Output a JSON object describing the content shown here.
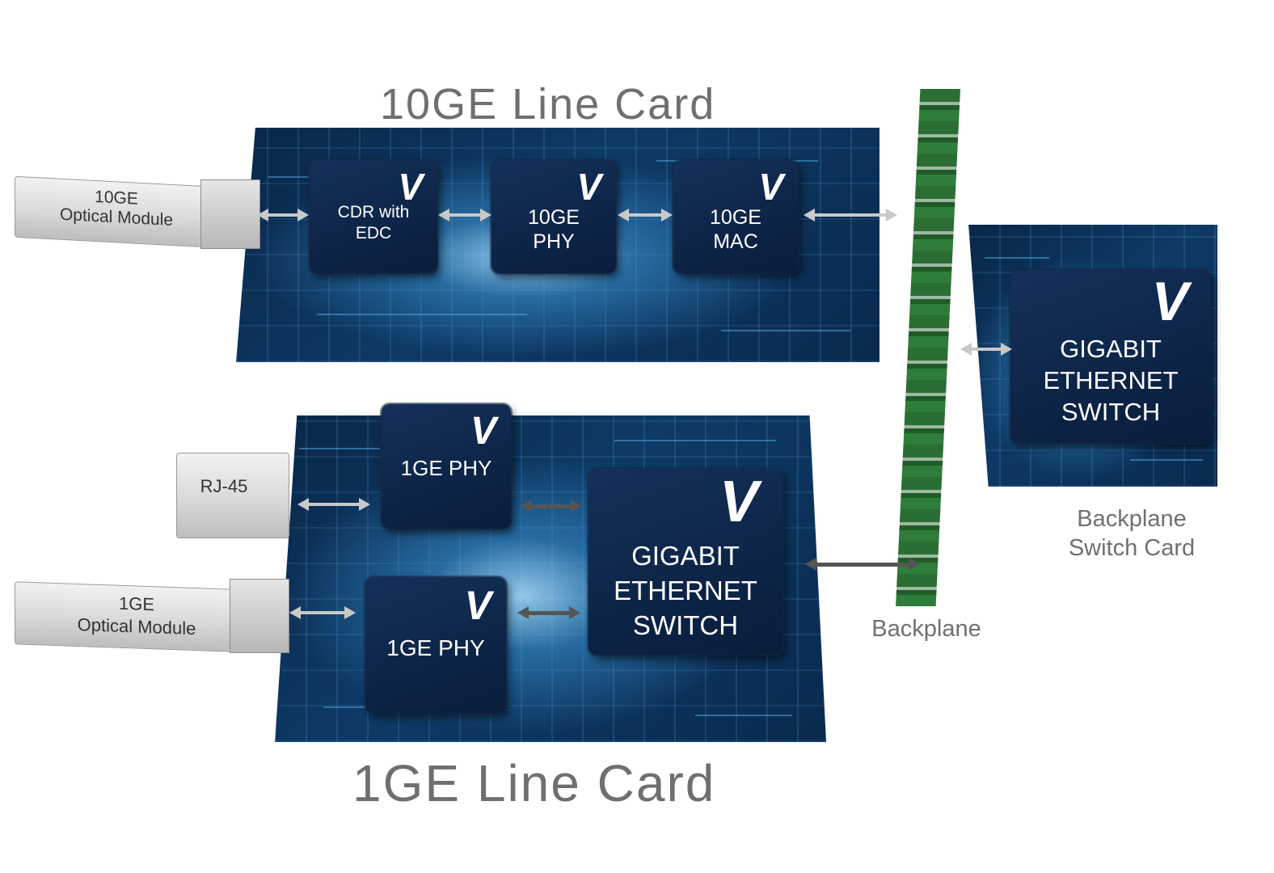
{
  "titles": {
    "line_card_10ge": "10GE Line Card",
    "line_card_1ge": "1GE Line Card"
  },
  "captions": {
    "backplane": "Backplane",
    "switch_card_line1": "Backplane",
    "switch_card_line2": "Switch Card"
  },
  "logo_glyph": "V",
  "card_10ge": {
    "module": {
      "line1": "10GE",
      "line2": "Optical Module"
    },
    "chips": [
      {
        "line1": "CDR with",
        "line2": "EDC"
      },
      {
        "line1": "10GE",
        "line2": "PHY"
      },
      {
        "line1": "10GE",
        "line2": "MAC"
      }
    ]
  },
  "card_1ge": {
    "rj45": "RJ-45",
    "module": {
      "line1": "1GE",
      "line2": "Optical Module"
    },
    "phy_top": "1GE PHY",
    "phy_bottom": "1GE PHY",
    "switch": {
      "line1": "GIGABIT",
      "line2": "ETHERNET",
      "line3": "SWITCH"
    }
  },
  "switch_card": {
    "switch": {
      "line1": "GIGABIT",
      "line2": "ETHERNET",
      "line3": "SWITCH"
    }
  },
  "colors": {
    "board": "#0d3a66",
    "chip": "#0d2447",
    "title_text": "#6f6f6f"
  }
}
